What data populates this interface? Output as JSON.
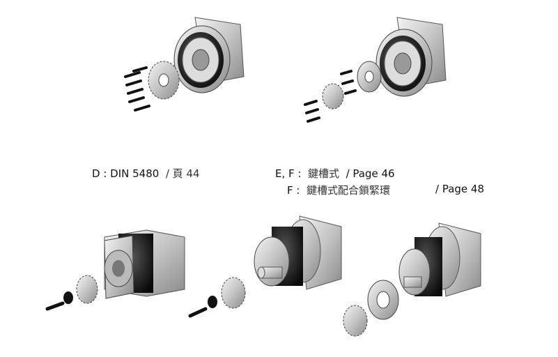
{
  "captions": {
    "d": {
      "prefix": "D :  DIN 5480",
      "ref": "/ 頁 44"
    },
    "ef": {
      "prefix": "E, F :",
      "zh": "鍵槽式",
      "ref": "/ Page 46"
    },
    "f": {
      "prefix": "F :",
      "zh": "鍵槽式配合鎖緊環",
      "ref": "/ Page 48"
    }
  },
  "colors": {
    "metal": "#c8c8c8",
    "dark": "#1a1a1a",
    "light": "#eeeeee"
  }
}
